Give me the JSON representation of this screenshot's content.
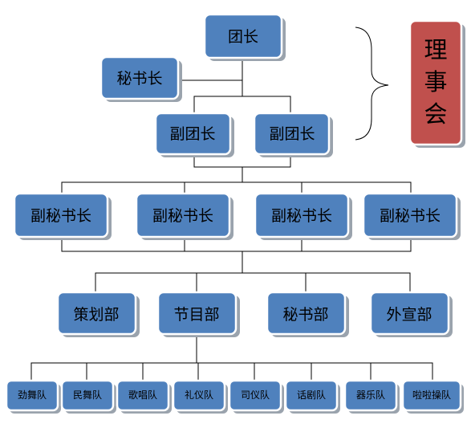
{
  "org": {
    "leader": "团长",
    "secretary_general": "秘书长",
    "deputy_leaders": [
      "副团长",
      "副团长"
    ],
    "deputy_secretaries": [
      "副秘书长",
      "副秘书长",
      "副秘书长",
      "副秘书长"
    ],
    "departments": [
      "策划部",
      "节目部",
      "秘书部",
      "外宣部"
    ],
    "teams": [
      "劲舞队",
      "民舞队",
      "歌唱队",
      "礼仪队",
      "司仪队",
      "话剧队",
      "器乐队",
      "啦啦操队"
    ]
  },
  "board": {
    "chars": [
      "理",
      "事",
      "会"
    ]
  },
  "colors": {
    "node_fill": "#4f81bd",
    "board_fill": "#c0504d",
    "connector": "#000000"
  }
}
